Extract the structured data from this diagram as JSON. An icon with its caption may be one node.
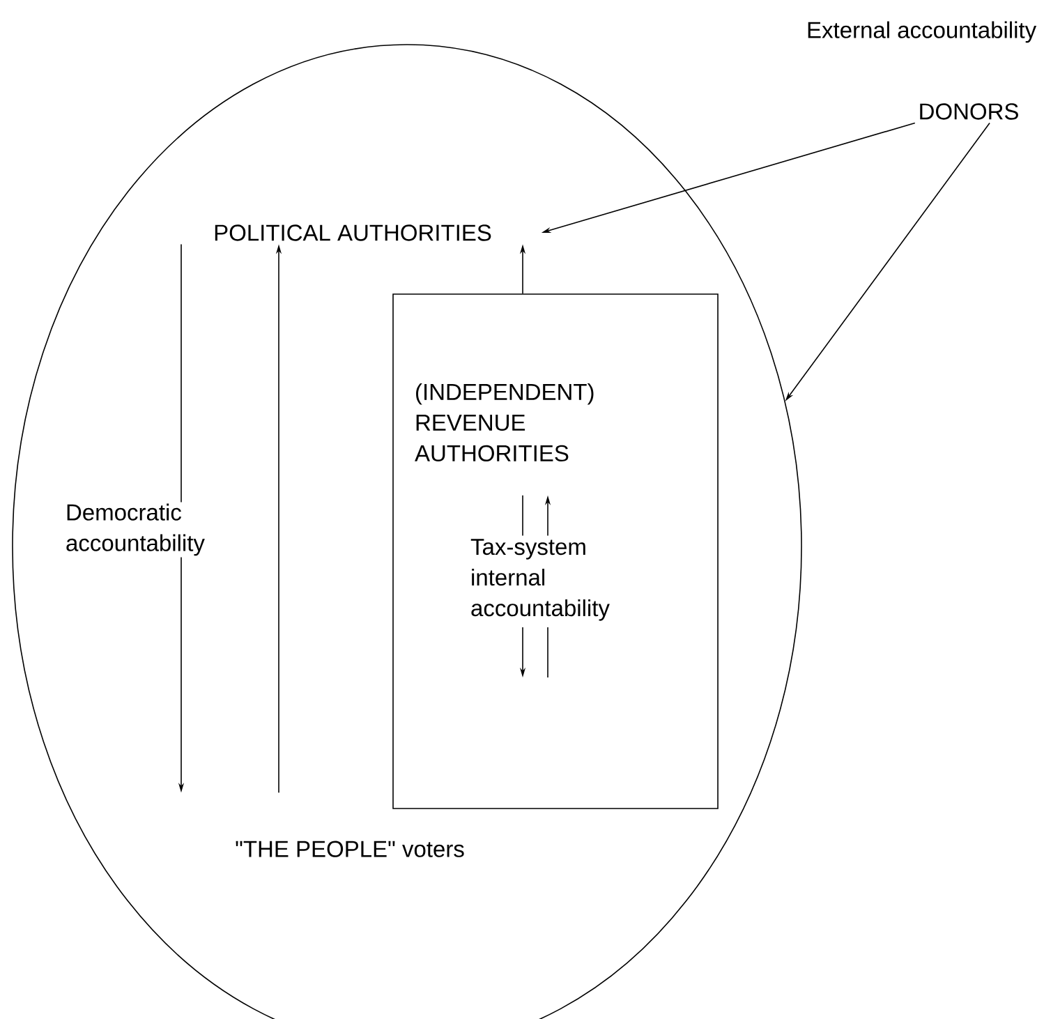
{
  "diagram": {
    "nodes": [
      {
        "text": [],
        "shape": "ellipse"
      },
      {
        "text": [
          "POLITICAL AUTHORITIES"
        ],
        "in": 0
      },
      {
        "text": [],
        "shape": "box",
        "in": 0
      },
      {
        "text": [
          "(INDEPENDENT) REVENUE AUTHORITIES"
        ],
        "in": 2
      },
      {
        "text": [
          "Tax-system internal accountability"
        ],
        "in": 2
      },
      {
        "text": [
          "\"THE PEOPLE\" voters"
        ],
        "in": 0
      },
      {
        "text": [
          "DONORS"
        ]
      }
    ],
    "edges": [
      {
        "from": 6,
        "to": 1,
        "arrow": "to"
      },
      {
        "from": 6,
        "to": 0,
        "arrow": "to"
      },
      {
        "from": 1,
        "to": 5,
        "arrow": "to",
        "label": "Democratic accountability"
      },
      {
        "from": 5,
        "to": 1,
        "arrow": "to"
      },
      {
        "from": 2,
        "to": 1,
        "arrow": "to"
      },
      {
        "from": 4,
        "to": 3,
        "arrow": "none"
      },
      {
        "from": 4,
        "to": 3,
        "arrow": "to"
      }
    ],
    "labels": [
      "External accountability"
    ]
  }
}
